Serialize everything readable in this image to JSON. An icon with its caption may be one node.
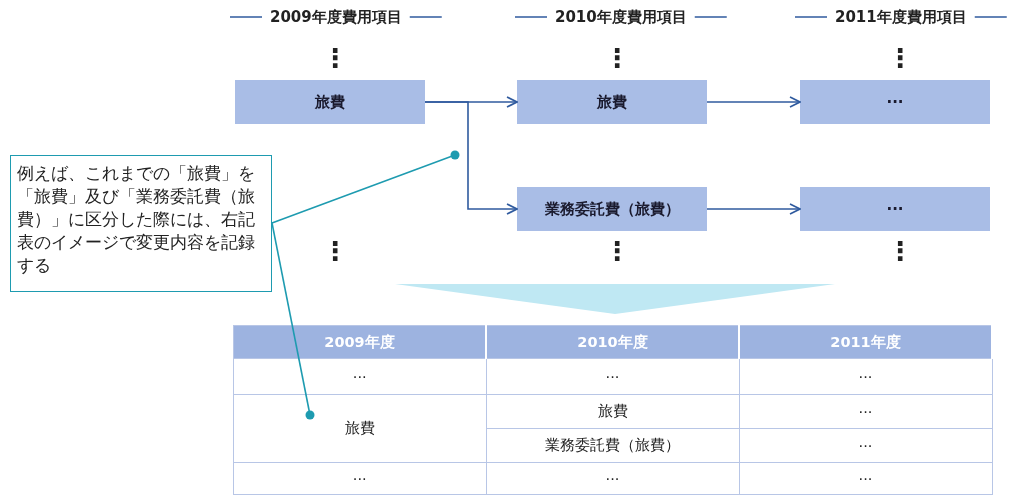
{
  "diagram": {
    "nodes": [
      {
        "text": [
          "旅費"
        ]
      },
      {
        "text": [
          "旅費"
        ]
      },
      {
        "text": [
          "···"
        ]
      },
      {
        "text": [
          "業務委託費（旅費）"
        ]
      },
      {
        "text": [
          "···"
        ]
      },
      {
        "text": [
          "例えば、これまでの「旅費」を「旅費」及び「業務委託費（旅費）」に区分した際には、右記表のイメージで変更内容を記録する"
        ]
      }
    ],
    "edges": [
      {
        "from": 0,
        "to": 1,
        "arrow": "to"
      },
      {
        "from": 0,
        "to": 3,
        "arrow": "to"
      },
      {
        "from": 1,
        "to": 2,
        "arrow": "to"
      },
      {
        "from": 3,
        "to": 4,
        "arrow": "to"
      },
      {
        "from": 5,
        "to": null,
        "arrow": "other",
        "color": "#1e9bb0"
      },
      {
        "from": 5,
        "to": null,
        "arrow": "other",
        "color": "#1e9bb0"
      }
    ],
    "labels": [
      "2009年度費用項目",
      "2010年度費用項目",
      "2011年度費用項目",
      "⋮",
      "⋮",
      "⋮",
      "⋮",
      "⋮",
      "⋮",
      "2009年度",
      "2010年度",
      "2011年度",
      "···",
      "···",
      "···",
      "旅費",
      "旅費",
      "···",
      "業務委託費（旅費）",
      "···",
      "···",
      "···",
      "···"
    ]
  }
}
